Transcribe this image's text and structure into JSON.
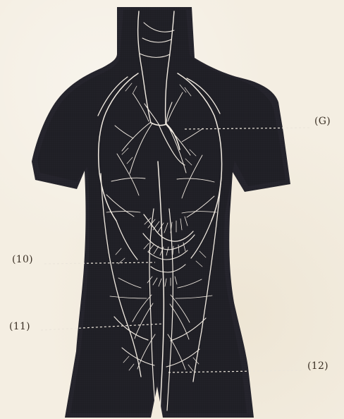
{
  "diagram": {
    "labels": [
      {
        "id": "6",
        "text": "(G)"
      },
      {
        "id": "10",
        "text": "(10)"
      },
      {
        "id": "11",
        "text": "(11)"
      },
      {
        "id": "12",
        "text": "(12)"
      }
    ]
  },
  "colors": {
    "paper": "#f4eee2",
    "silhouette": "#24232b",
    "nerve_lines": "#f2ece2",
    "label_ink": "#3b3025",
    "leader_line": "#ece6db"
  }
}
